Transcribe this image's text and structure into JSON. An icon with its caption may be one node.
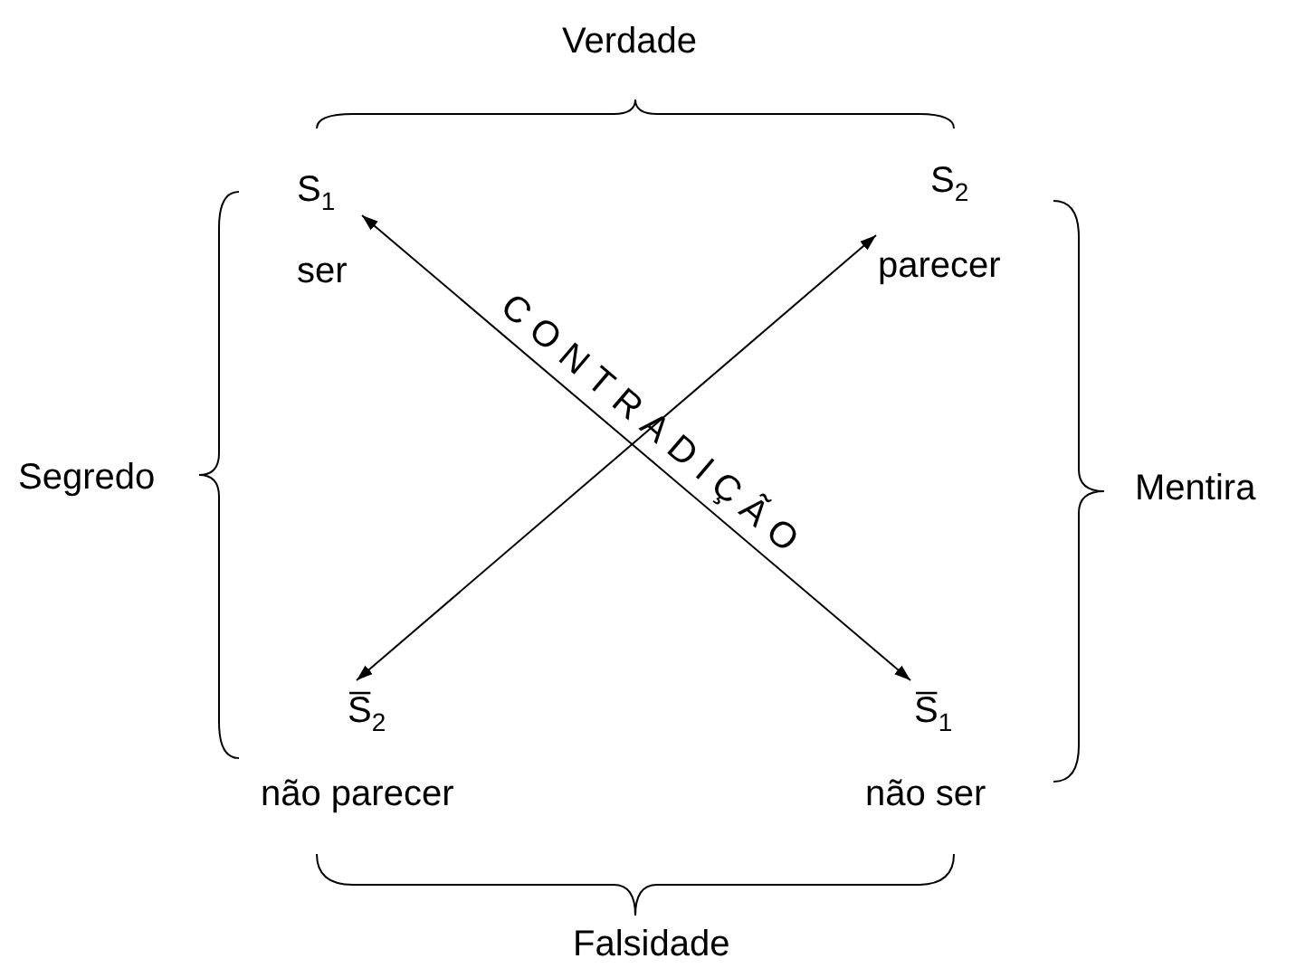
{
  "diagram": {
    "nodes": [
      {
        "text": [
          "S$_{1}$",
          "ser"
        ]
      },
      {
        "text": [
          "S$_{2}$",
          "parecer"
        ]
      },
      {
        "text": [
          "S̅$_{2}$",
          "não parecer"
        ]
      },
      {
        "text": [
          "S̅$_{1}$",
          "não ser"
        ]
      }
    ],
    "edges": [
      {
        "from": 0,
        "to": 3,
        "arrow": "both",
        "label": "CONTRADIÇÃO"
      },
      {
        "from": 1,
        "to": 2,
        "arrow": "both"
      }
    ],
    "labels": [
      "Verdade",
      "Segredo",
      "Mentira",
      "Falsidade"
    ]
  }
}
